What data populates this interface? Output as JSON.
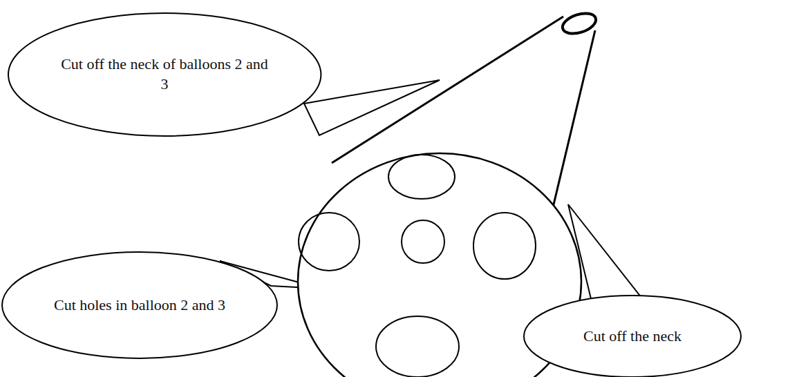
{
  "diagram": {
    "nodes": [
      {
        "text": [
          "Cut off the neck of balloons 2 and 3"
        ]
      },
      {
        "text": [
          "Cut holes in balloon 2 and 3"
        ]
      },
      {
        "text": [
          "Cut off the neck"
        ]
      }
    ]
  }
}
